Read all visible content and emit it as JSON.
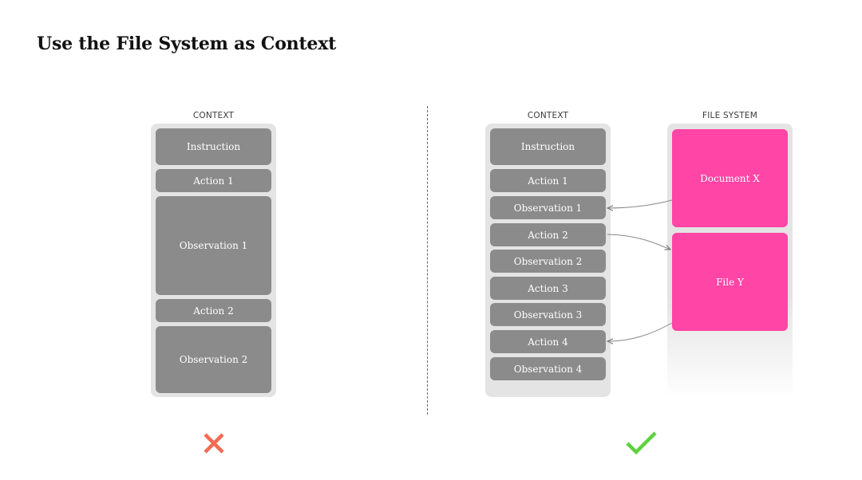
{
  "title": "Use the File System as Context",
  "left_diagram": {
    "context_label": "CONTEXT",
    "blocks": [
      "Instruction",
      "Action 1",
      "Observation 1",
      "Action 2",
      "Observation 2"
    ],
    "verdict": "cross"
  },
  "right_diagram": {
    "context_label": "CONTEXT",
    "file_system_label": "FILE SYSTEM",
    "blocks": [
      "Instruction",
      "Action 1",
      "Observation 1",
      "Action 2",
      "Observation 2",
      "Action 3",
      "Observation 3",
      "Action 4",
      "Observation 4"
    ],
    "files": [
      "Document X",
      "File Y"
    ],
    "verdict": "check"
  },
  "colors": {
    "block": "#8b8b8b",
    "panel": "#e4e4e4",
    "file": "#ff45a5",
    "cross": "#f26b52",
    "check": "#5fd13f"
  }
}
